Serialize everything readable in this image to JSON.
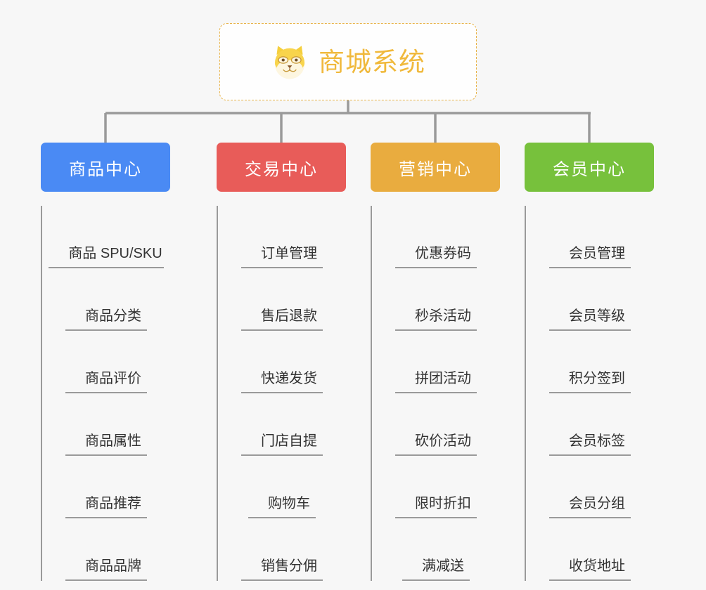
{
  "page": {
    "background_color": "#f7f7f7",
    "line_color": "#9a9a9a"
  },
  "root": {
    "title": "商城系统",
    "icon": "shiba-dog-icon",
    "text_color": "#f0b93c",
    "border_color": "#e8b44a",
    "background_color": "#fefefe"
  },
  "categories": [
    {
      "label": "商品中心",
      "color": "#4a8af4",
      "items": [
        "商品 SPU/SKU",
        "商品分类",
        "商品评价",
        "商品属性",
        "商品推荐",
        "商品品牌"
      ]
    },
    {
      "label": "交易中心",
      "color": "#e85c59",
      "items": [
        "订单管理",
        "售后退款",
        "快递发货",
        "门店自提",
        "购物车",
        "销售分佣"
      ]
    },
    {
      "label": "营销中心",
      "color": "#e9ac3f",
      "items": [
        "优惠券码",
        "秒杀活动",
        "拼团活动",
        "砍价活动",
        "限时折扣",
        "满减送"
      ]
    },
    {
      "label": "会员中心",
      "color": "#77c13c",
      "items": [
        "会员管理",
        "会员等级",
        "积分签到",
        "会员标签",
        "会员分组",
        "收货地址"
      ]
    }
  ]
}
